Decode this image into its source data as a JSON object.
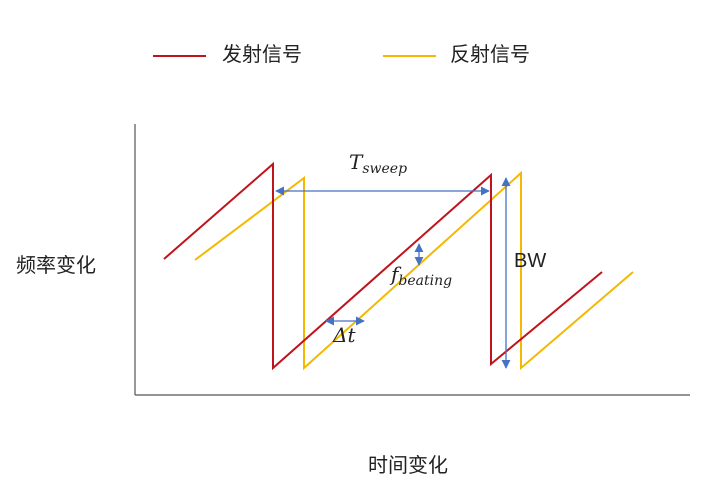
{
  "legend": [
    {
      "label": "发射信号",
      "color": "#c0141c"
    },
    {
      "label": "反射信号",
      "color": "#f5b800"
    }
  ],
  "axes": {
    "y_label": "频率变化",
    "x_label": "时间变化"
  },
  "annotations": {
    "t_sweep": {
      "main": "T",
      "sub": "sweep"
    },
    "f_beating": {
      "main": "f",
      "sub": "beating"
    },
    "delta_t": "Δt",
    "bw": "BW"
  },
  "colors": {
    "axis": "#555555",
    "arrow": "#4472c4"
  }
}
